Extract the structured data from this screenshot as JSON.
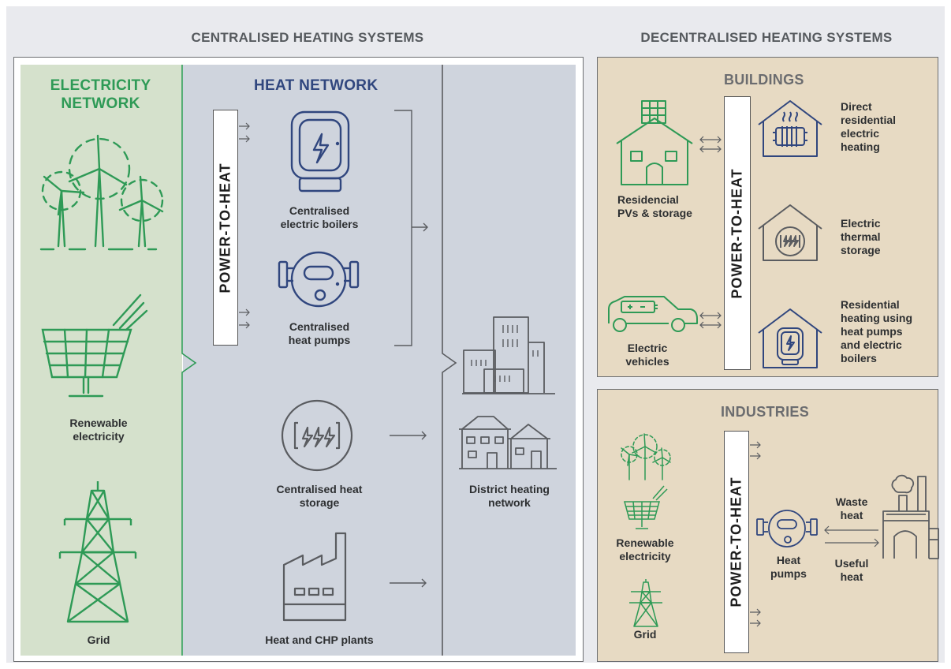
{
  "headers": {
    "centralised": "CENTRALISED HEATING SYSTEMS",
    "decentralised": "DECENTRALISED HEATING SYSTEMS"
  },
  "electricity_network": {
    "title": "ELECTRICITY\nNETWORK",
    "renewable_label": "Renewable\nelectricity",
    "grid_label": "Grid"
  },
  "heat_network": {
    "title": "HEAT NETWORK",
    "power_to_heat": "POWER-TO-HEAT",
    "boilers_label": "Centralised\nelectric boilers",
    "heat_pumps_label": "Centralised\nheat pumps",
    "storage_label": "Centralised heat\nstorage",
    "chp_label": "Heat and CHP plants"
  },
  "district": {
    "label": "District heating\nnetwork"
  },
  "buildings": {
    "title": "BUILDINGS",
    "power_to_heat": "POWER-TO-HEAT",
    "pv_label": "Residencial\nPVs & storage",
    "ev_label": "Electric\nvehicles",
    "direct_label": "Direct\nresidential\nelectric\nheating",
    "storage_label": "Electric\nthermal\nstorage",
    "heatpump_label": "Residential\nheating using\nheat pumps\nand electric\nboilers"
  },
  "industries": {
    "title": "INDUSTRIES",
    "power_to_heat": "POWER-TO-HEAT",
    "renewable_label": "Renewable\nelectricity",
    "grid_label": "Grid",
    "heatpumps_label": "Heat\npumps",
    "waste_label": "Waste\nheat",
    "useful_label": "Useful\nheat"
  },
  "colors": {
    "green": "#2e9a56",
    "navy": "#30467e",
    "grey": "#5a5c60",
    "electricity_bg": "#d5e1cc",
    "heat_bg": "#cfd4dd",
    "decentral_bg": "#e7dac3"
  },
  "icons": [
    "wind-turbines-icon",
    "solar-panel-icon",
    "pylon-icon",
    "electric-boiler-icon",
    "heat-pump-icon",
    "heat-storage-icon",
    "factory-icon",
    "city-buildings-icon",
    "houses-icon",
    "pv-house-icon",
    "electric-car-icon",
    "radiator-house-icon",
    "storage-house-icon",
    "boiler-house-icon",
    "industry-plant-icon"
  ]
}
